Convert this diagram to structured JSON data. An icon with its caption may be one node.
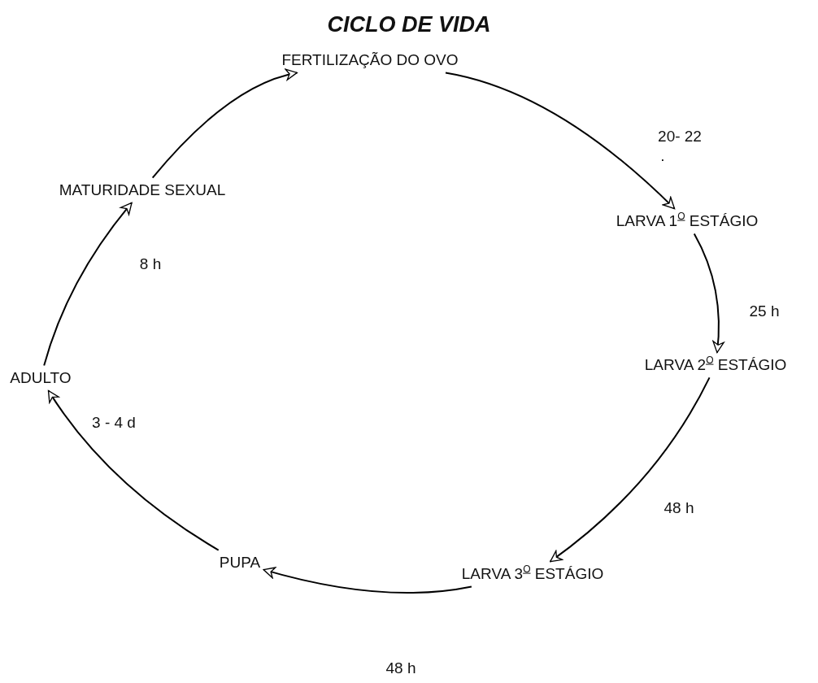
{
  "diagram": {
    "title": "CICLO DE VIDA",
    "nodes": [
      {
        "text": [
          "FERTILIZAÇÃO DO OVO"
        ]
      },
      {
        "text": [
          "LARVA 1$^{O}$ ESTÁGIO"
        ]
      },
      {
        "text": [
          "LARVA 2$^{O}$ ESTÁGIO"
        ]
      },
      {
        "text": [
          "LARVA 3$^{O}$ ESTÁGIO"
        ]
      },
      {
        "text": [
          "PUPA"
        ]
      },
      {
        "text": [
          "ADULTO"
        ]
      },
      {
        "text": [
          "MATURIDADE SEXUAL"
        ]
      }
    ],
    "edges": [
      {
        "from": 0,
        "to": 1,
        "arrow": "to",
        "label": "20- 22"
      },
      {
        "from": 1,
        "to": 2,
        "arrow": "to",
        "label": "25 h"
      },
      {
        "from": 2,
        "to": 3,
        "arrow": "to",
        "label": "48 h"
      },
      {
        "from": 3,
        "to": 4,
        "arrow": "to",
        "label": "48 h"
      },
      {
        "from": 4,
        "to": 5,
        "arrow": "to",
        "label": "3 - 4 d"
      },
      {
        "from": 5,
        "to": 6,
        "arrow": "to",
        "label": "8 h"
      },
      {
        "from": 6,
        "to": 0,
        "arrow": "to"
      }
    ],
    "labels": [
      "."
    ]
  }
}
